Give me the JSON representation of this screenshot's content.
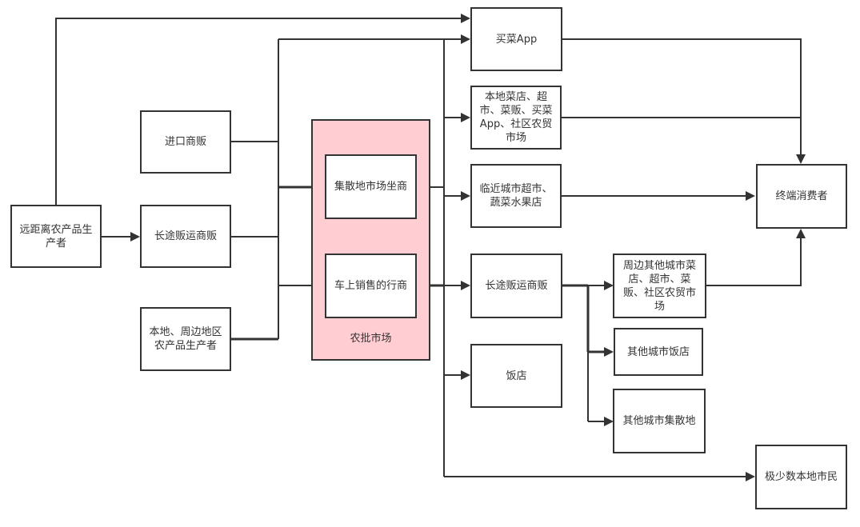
{
  "diagram": {
    "group": {
      "id": "wholesale",
      "label": "农批市场",
      "fill": "#ffcdd2"
    },
    "nodes": [
      {
        "id": "far_producer",
        "label": "远距离农产品生产者"
      },
      {
        "id": "importer",
        "label": "进口商贩"
      },
      {
        "id": "long_trader_1",
        "label": "长途贩运商贩"
      },
      {
        "id": "local_producer",
        "label": "本地、周边地区农产品生产者"
      },
      {
        "id": "hub_dealer",
        "label": "集散地市场坐商"
      },
      {
        "id": "truck_seller",
        "label": "车上销售的行商"
      },
      {
        "id": "grocery_app",
        "label": "买菜App"
      },
      {
        "id": "local_retail",
        "label": "本地菜店、超市、菜贩、买菜App、社区农贸市场"
      },
      {
        "id": "nearby_city",
        "label": "临近城市超市、蔬菜水果店"
      },
      {
        "id": "long_trader_2",
        "label": "长途贩运商贩"
      },
      {
        "id": "restaurant",
        "label": "饭店"
      },
      {
        "id": "other_city_retail",
        "label": "周边其他城市菜店、超市、菜贩、社区农贸市场"
      },
      {
        "id": "other_city_restaurant",
        "label": "其他城市饭店"
      },
      {
        "id": "other_city_hub",
        "label": "其他城市集散地"
      },
      {
        "id": "consumer",
        "label": "终端消费者"
      },
      {
        "id": "few_locals",
        "label": "极少数本地市民"
      }
    ],
    "edges": [
      {
        "from": "far_producer",
        "to": "grocery_app"
      },
      {
        "from": "far_producer",
        "to": "long_trader_1"
      },
      {
        "from": "importer",
        "to": "hub_dealer"
      },
      {
        "from": "importer",
        "to": "truck_seller"
      },
      {
        "from": "importer",
        "to": "grocery_app"
      },
      {
        "from": "long_trader_1",
        "to": "hub_dealer"
      },
      {
        "from": "long_trader_1",
        "to": "truck_seller"
      },
      {
        "from": "local_producer",
        "to": "hub_dealer"
      },
      {
        "from": "local_producer",
        "to": "truck_seller"
      },
      {
        "from": "hub_dealer",
        "to": "grocery_app"
      },
      {
        "from": "hub_dealer",
        "to": "local_retail"
      },
      {
        "from": "hub_dealer",
        "to": "nearby_city"
      },
      {
        "from": "hub_dealer",
        "to": "long_trader_2"
      },
      {
        "from": "hub_dealer",
        "to": "restaurant"
      },
      {
        "from": "hub_dealer",
        "to": "few_locals"
      },
      {
        "from": "truck_seller",
        "to": "long_trader_2"
      },
      {
        "from": "long_trader_2",
        "to": "other_city_retail"
      },
      {
        "from": "long_trader_2",
        "to": "other_city_restaurant"
      },
      {
        "from": "long_trader_2",
        "to": "other_city_hub"
      },
      {
        "from": "grocery_app",
        "to": "consumer"
      },
      {
        "from": "local_retail",
        "to": "consumer"
      },
      {
        "from": "nearby_city",
        "to": "consumer"
      },
      {
        "from": "other_city_retail",
        "to": "consumer"
      }
    ]
  }
}
